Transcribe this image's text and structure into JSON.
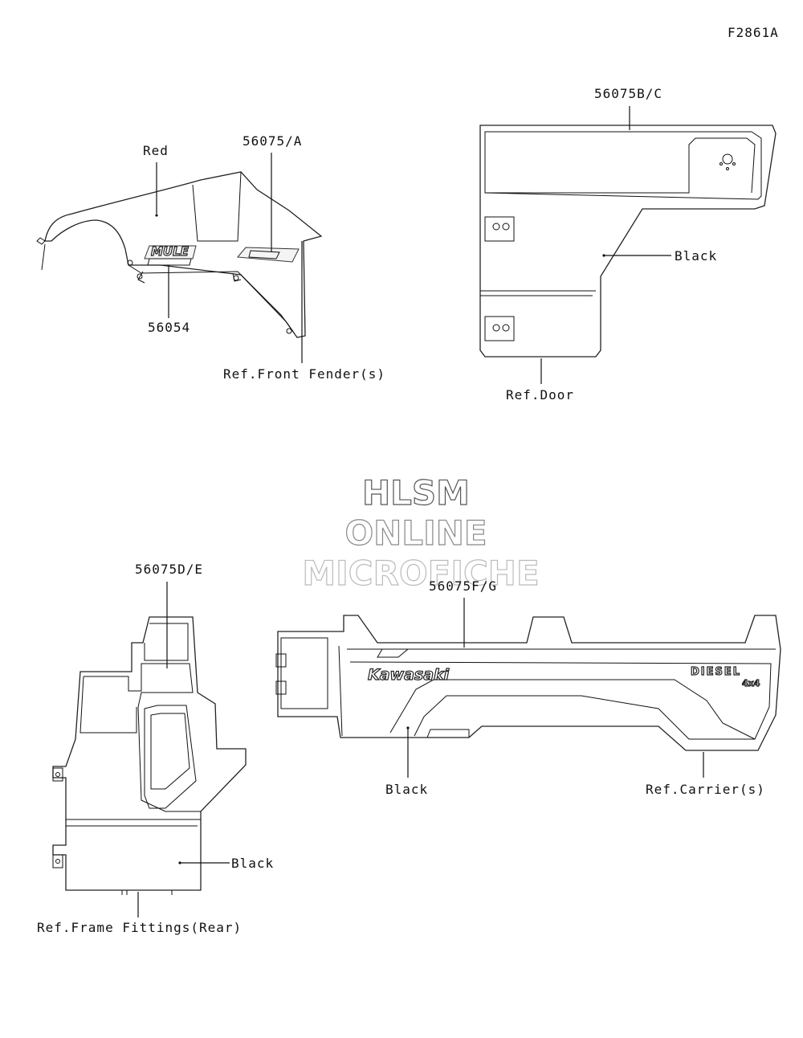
{
  "figure_code": "F2861A",
  "watermark": {
    "line1": "HLSM",
    "line2": "ONLINE",
    "line3": "MICROFICHE"
  },
  "callouts": {
    "fender": {
      "part_a": "56075/A",
      "part_logo": "56054",
      "color": "Red",
      "reference": "Ref.Front Fender(s)"
    },
    "door": {
      "part": "56075B/C",
      "color": "Black",
      "reference": "Ref.Door"
    },
    "frame": {
      "part": "56075D/E",
      "color": "Black",
      "reference": "Ref.Frame Fittings(Rear)"
    },
    "carrier": {
      "part": "56075F/G",
      "color": "Black",
      "reference": "Ref.Carrier(s)"
    }
  },
  "decal_text": {
    "mule": "MULE",
    "brand": "Kawasaki",
    "engine": "DIESEL",
    "drive": "4x4"
  }
}
